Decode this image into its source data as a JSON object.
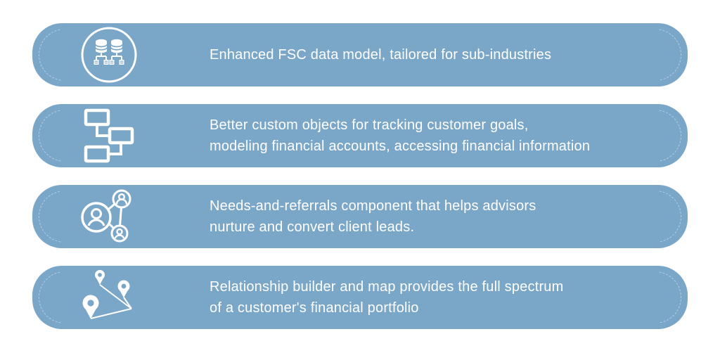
{
  "page": {
    "background_color": "#ffffff",
    "banner_color": "#7aa6c8",
    "banner_text_color": "#ffffff",
    "dashed_edge_color": "rgba(255,255,255,0.45)",
    "icon_color": "#ffffff"
  },
  "rows": [
    {
      "icon": "database-data-model-icon",
      "line1": "Enhanced FSC data model, tailored for sub-industries",
      "line2": ""
    },
    {
      "icon": "custom-objects-flowchart-icon",
      "line1": "Better custom objects for tracking customer goals,",
      "line2": "modeling financial accounts, accessing financial information"
    },
    {
      "icon": "referral-network-icon",
      "line1": "Needs-and-referrals component that helps advisors",
      "line2": "nurture and convert client leads."
    },
    {
      "icon": "map-pins-route-icon",
      "line1": "Relationship builder and map provides the full spectrum",
      "line2": "of a customer's financial portfolio"
    }
  ]
}
